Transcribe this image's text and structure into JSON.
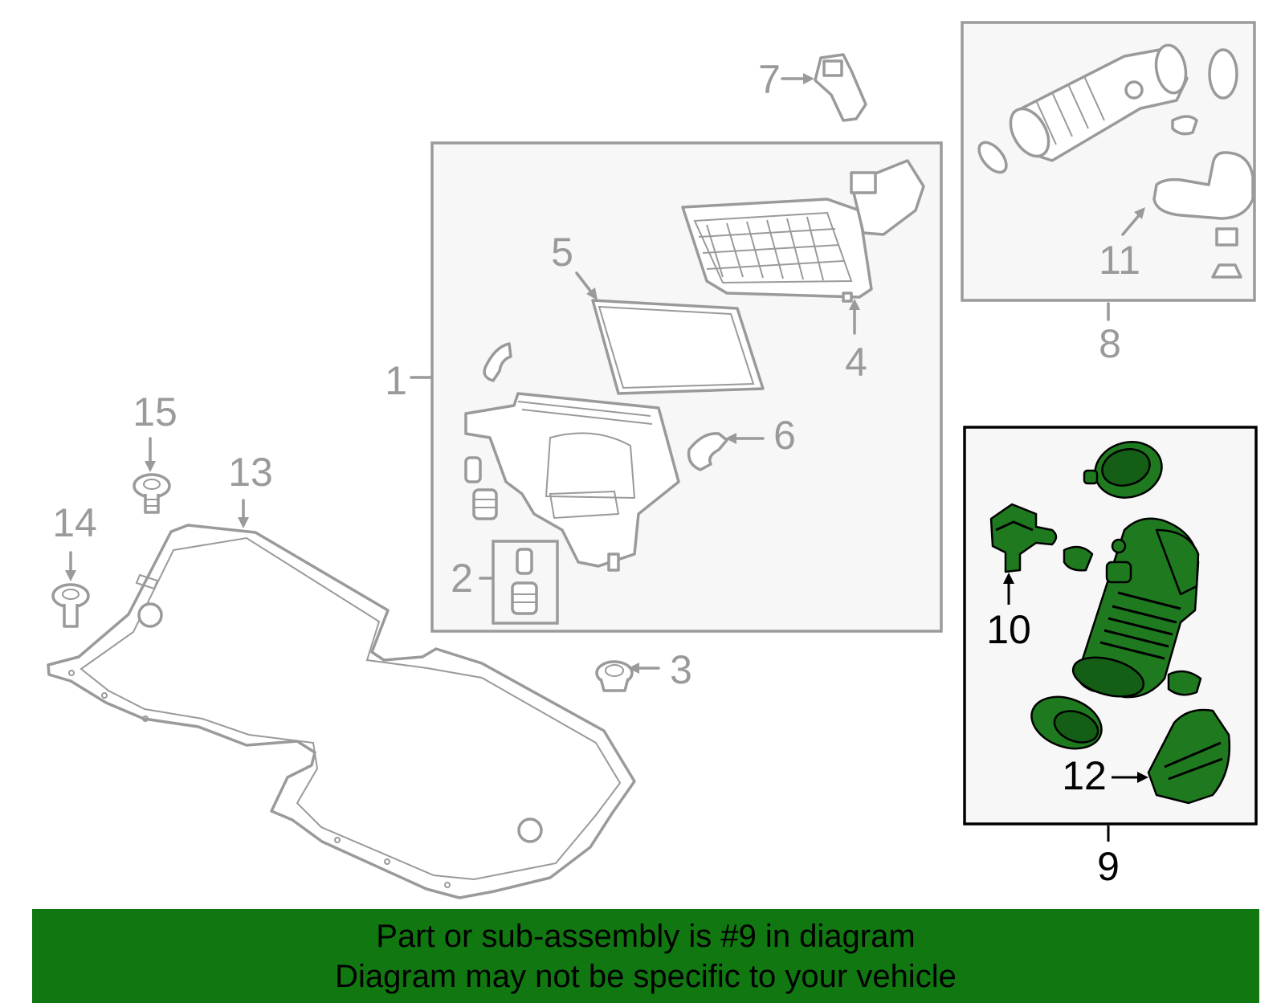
{
  "callouts": {
    "c1": "1",
    "c2": "2",
    "c3": "3",
    "c4": "4",
    "c5": "5",
    "c6": "6",
    "c7": "7",
    "c8": "8",
    "c9": "9",
    "c10": "10",
    "c11": "11",
    "c12": "12",
    "c13": "13",
    "c14": "14",
    "c15": "15"
  },
  "banner": {
    "line1": "Part or sub-assembly is #9 in diagram",
    "line2": "Diagram may not be specific to your vehicle"
  },
  "colors": {
    "highlight_part": "#1f7a1f",
    "banner_background": "#117711",
    "other_parts": "#9a9a9a",
    "box_background": "#f7f7f7"
  }
}
